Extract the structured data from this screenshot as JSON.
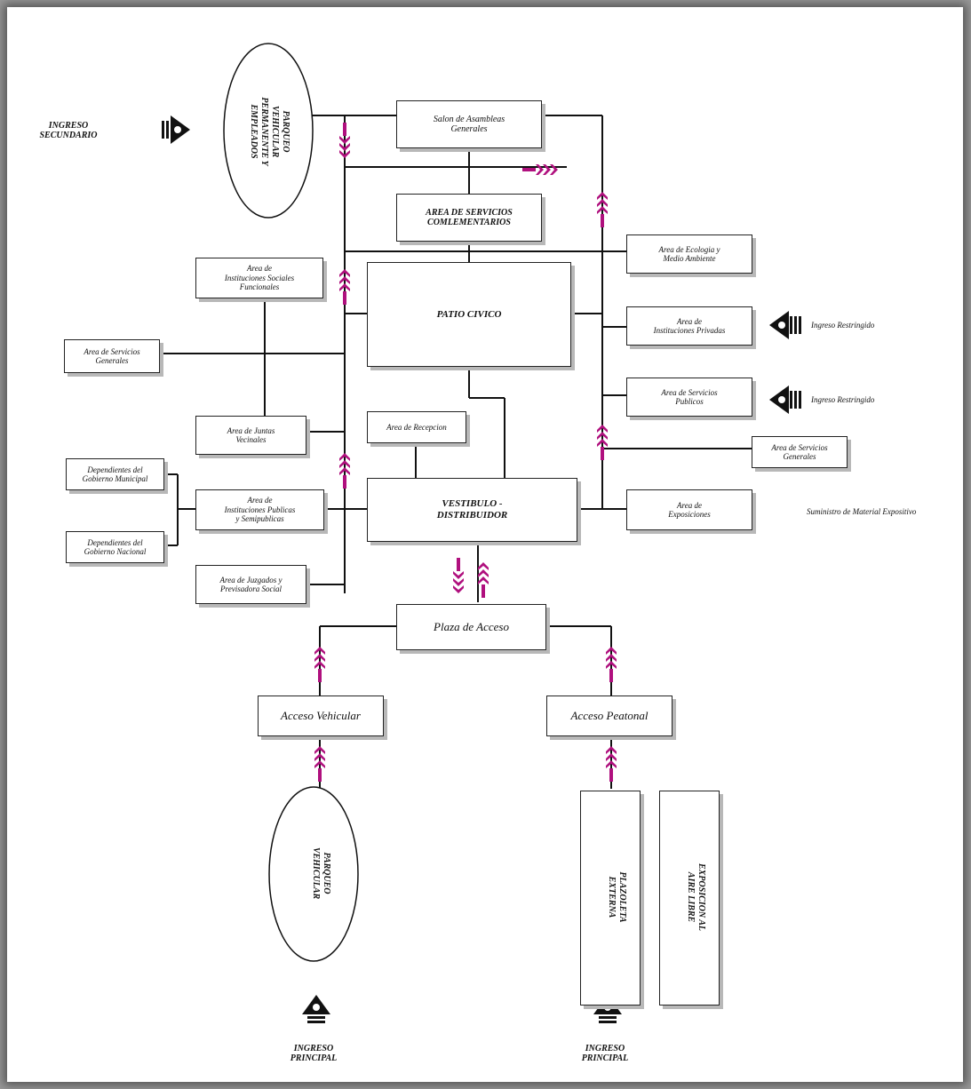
{
  "nodes": {
    "parqueo_empleados": "PARQUEO\nVEHICULAR\nPERMANENTE Y\nEMPLEADOS",
    "salon_asambleas": "Salon de Asambleas\nGenerales",
    "area_servicios_comp": "AREA DE SERVICIOS\nCOMLEMENTARIOS",
    "area_ecologia": "Area de Ecologia y\nMedio Ambiente",
    "area_instituciones_sociales": "Area de\nInstituciones Sociales\nFuncionales",
    "patio_civico": "PATIO CIVICO",
    "area_instituciones_privadas": "Area de\nInstituciones Privadas",
    "area_servicios_generales_left": "Area de Servicios\nGenerales",
    "area_servicios_publicos": "Area de Servicios\nPublicos",
    "area_juntas_vecinales": "Area de Juntas\nVecinales",
    "area_recepcion": "Area de Recepcion",
    "area_servicios_generales_right": "Area de Servicios\nGenerales",
    "dep_gobierno_municipal": "Dependientes del\nGobierno Municipal",
    "area_instituciones_publicas": "Area de\nInstituciones Publicas\ny Semipublicas",
    "vestibulo": "VESTIBULO -\nDISTRIBUIDOR",
    "area_exposiciones": "Area de\nExposiciones",
    "dep_gobierno_nacional": "Dependientes del\nGobierno Nacional",
    "area_juzgados": "Area de Juzgados y\nPrevisadora Social",
    "plaza_acceso": "Plaza de Acceso",
    "acceso_vehicular": "Acceso Vehicular",
    "acceso_peatonal": "Acceso Peatonal",
    "parqueo_vehicular": "PARQUEO\nVEHICULAR",
    "plazoleta_externa": "PLAZOLETA\nEXTERNA",
    "exposicion_aire_libre": "EXPOSICION AL\nAIRE LIBRE"
  },
  "labels": {
    "ingreso_secundario": "INGRESO\nSECUNDARIO",
    "ingreso_restringido_1": "Ingreso Restringido",
    "ingreso_restringido_2": "Ingreso Restringido",
    "suministro": "Suministro de Material Expositivo",
    "ingreso_principal_left": "INGRESO\nPRINCIPAL",
    "ingreso_principal_right": "INGRESO\nPRINCIPAL"
  },
  "colors": {
    "arrow": "#b0107e",
    "line": "#111111"
  },
  "icons": {
    "entry_marker": "entry-arrow-icon",
    "flow_arrow": "triple-chevron-icon"
  }
}
